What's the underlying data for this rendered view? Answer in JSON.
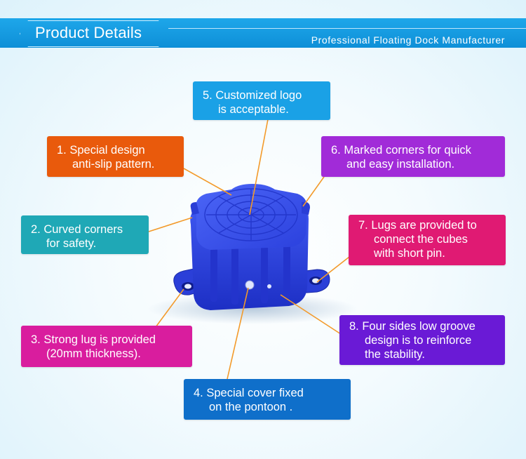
{
  "header": {
    "title": "Product Details",
    "subtitle": "Professional Floating Dock Manufacturer"
  },
  "colors": {
    "header_blue": "#1ea7ea",
    "pontoon_blue": "#2f45e6",
    "connector_orange": "#f39a2a"
  },
  "callouts": [
    {
      "id": "anti-slip",
      "lines": [
        "1. Special design",
        "anti-slip pattern."
      ],
      "color": "#e95a0c"
    },
    {
      "id": "curved-corners",
      "lines": [
        "2. Curved corners",
        "for safety."
      ],
      "color": "#1fa8b6"
    },
    {
      "id": "strong-lug",
      "lines": [
        "3. Strong lug is provided",
        "(20mm thickness)."
      ],
      "color": "#d91d9e"
    },
    {
      "id": "special-cover",
      "lines": [
        "4. Special cover fixed",
        "on the pontoon ."
      ],
      "color": "#0f6fca"
    },
    {
      "id": "custom-logo",
      "lines": [
        "5. Customized logo",
        "is acceptable."
      ],
      "color": "#1aa1e6"
    },
    {
      "id": "marked-corners",
      "lines": [
        "6. Marked corners for quick",
        "and easy installation."
      ],
      "color": "#a12bd8"
    },
    {
      "id": "lugs-pin",
      "lines": [
        "7. Lugs are provided to",
        "connect the cubes",
        "with short pin."
      ],
      "color": "#e01a73"
    },
    {
      "id": "low-groove",
      "lines": [
        "8. Four sides low groove",
        "design is to reinforce",
        "the stability."
      ],
      "color": "#6a1ad6"
    }
  ]
}
